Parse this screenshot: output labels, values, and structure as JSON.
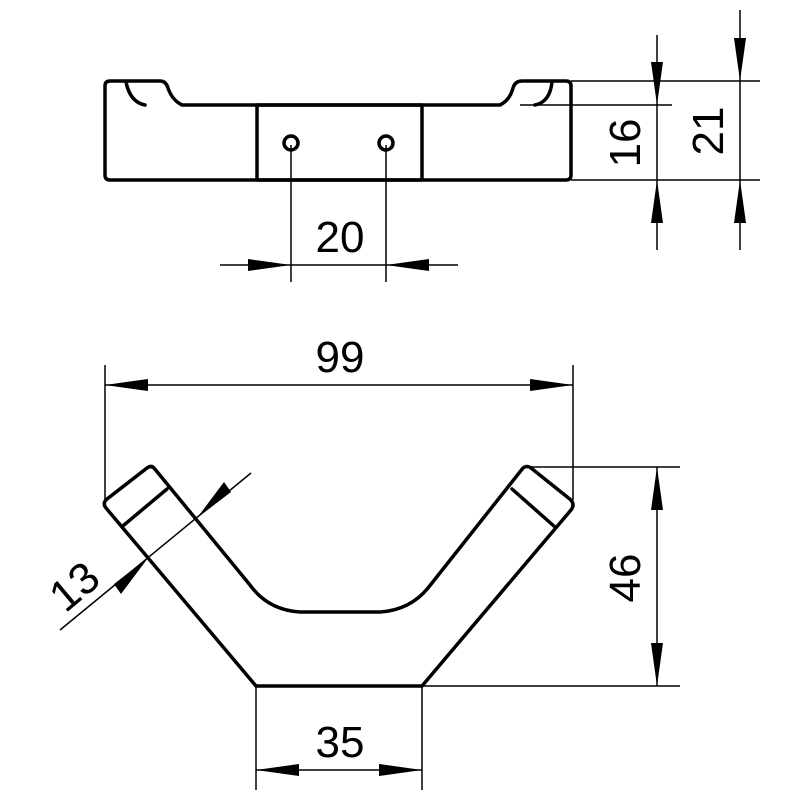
{
  "drawing": {
    "colors": {
      "line": "#000000",
      "background": "#ffffff"
    },
    "top_view": {
      "dimensions": {
        "hole_spacing": "20",
        "height_inner": "16",
        "height_total": "21"
      }
    },
    "front_view": {
      "dimensions": {
        "width": "99",
        "height": "46",
        "base_width": "35",
        "arm_thickness": "13"
      }
    }
  }
}
